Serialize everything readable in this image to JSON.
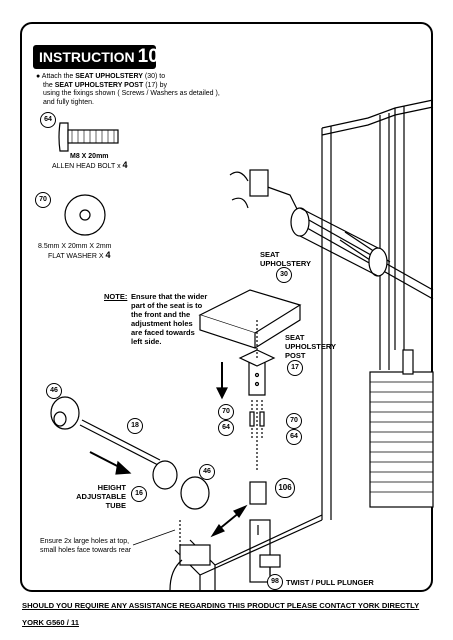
{
  "heading": {
    "word": "INSTRUCTION",
    "number": "10"
  },
  "step": {
    "line1_pre": "Attach the ",
    "line1_part": "SEAT UPHOLSTERY",
    "line1_ref": " (30) to",
    "line2_pre": "the ",
    "line2_part": "SEAT UPHOLSTERY POST",
    "line2_ref": " (17) by",
    "line3": "using the fixings shown ( Screws / Washers as detailed ),",
    "line4": "and fully tighten."
  },
  "fixings": {
    "bolt": {
      "ref": "64",
      "size": "M8 X 20mm",
      "name": "ALLEN HEAD BOLT x ",
      "qty": "4"
    },
    "washer": {
      "ref": "70",
      "size": "8.5mm X 20mm X 2mm",
      "name": "FLAT WASHER  X ",
      "qty": "4"
    }
  },
  "note": {
    "label": "NOTE:",
    "lines": [
      "Ensure that the wider",
      "part of the seat is to",
      "the front and the",
      "adjustment holes",
      "are faced towards",
      "left side."
    ]
  },
  "labels": {
    "seat_upholstery": [
      "SEAT",
      "UPHOLSTERY"
    ],
    "seat_upholstery_post": [
      "SEAT",
      "UPHOLSTERY",
      "POST"
    ],
    "height_tube": [
      "HEIGHT",
      "ADJUSTABLE",
      "TUBE"
    ],
    "twist_plunger": "TWIST / PULL PLUNGER",
    "holes_note": [
      "Ensure 2x large holes at top,",
      "small holes face towards rear"
    ]
  },
  "callouts": {
    "seat": "30",
    "post": "17",
    "pad_left": "46",
    "pad_right": "46",
    "rod": "18",
    "tube": "16",
    "washer_l": "70",
    "bolt_l": "64",
    "washer_r": "70",
    "bolt_r": "64",
    "knob": "106",
    "plunger": "98"
  },
  "footer": {
    "contact": "SHOULD YOU REQUIRE ANY ASSISTANCE REGARDING THIS PRODUCT PLEASE CONTACT YORK DIRECTLY",
    "page": "YORK G560 / 11"
  }
}
